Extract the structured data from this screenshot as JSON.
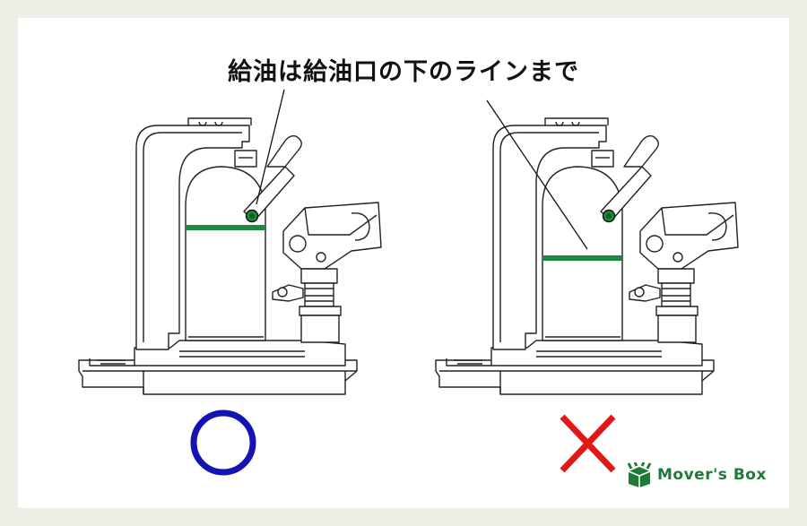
{
  "title": "給油は給油口の下のラインまで",
  "brand": {
    "name": "Mover's Box",
    "color": "#1f7a3a",
    "icon": "box-logo-icon"
  },
  "colors": {
    "oil_line": "#1a8a3c",
    "correct_mark": "#1414b4",
    "wrong_mark": "#e01818",
    "background": "#ecefe6"
  },
  "panels": [
    {
      "id": "correct",
      "oil_level_fraction": 0.69,
      "verdict_icon": "circle-icon"
    },
    {
      "id": "incorrect",
      "oil_level_fraction": 0.42,
      "verdict_icon": "cross-icon"
    }
  ]
}
